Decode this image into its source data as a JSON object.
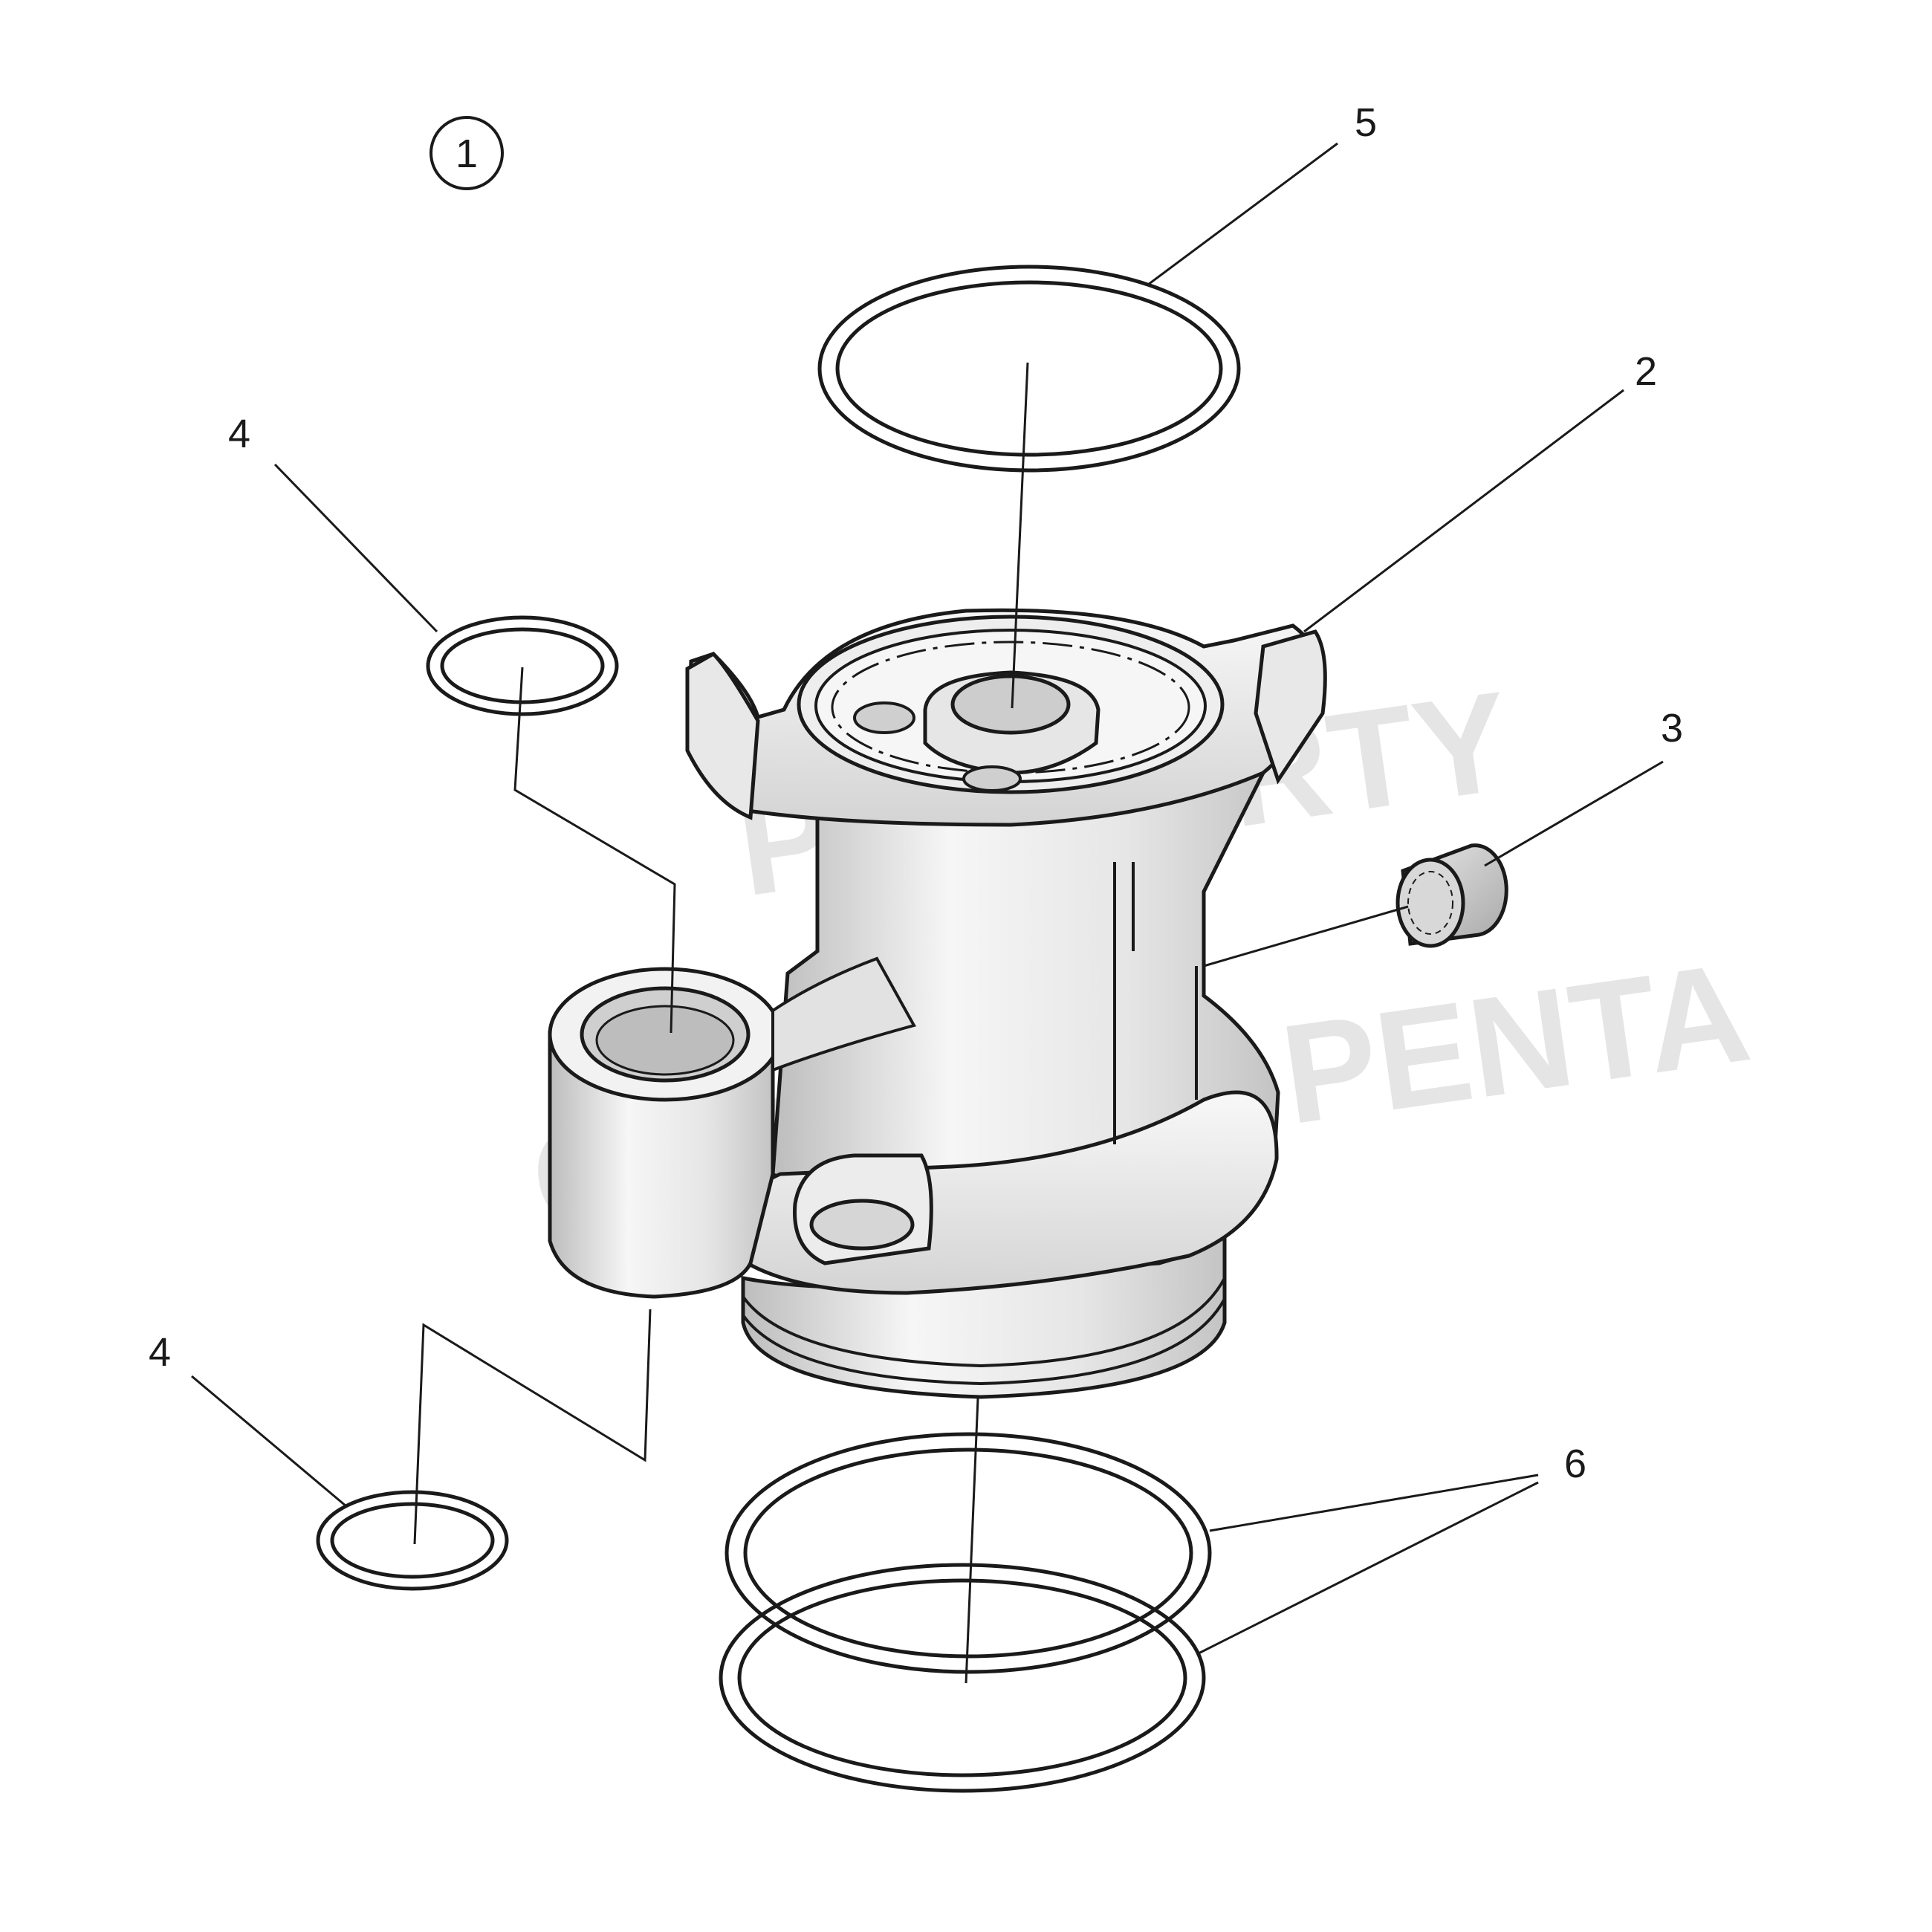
{
  "diagram": {
    "assembly_number": "1",
    "callouts": {
      "c2": "2",
      "c3": "3",
      "c4_upper": "4",
      "c4_lower": "4",
      "c5": "5",
      "c6": "6"
    },
    "watermark": {
      "line1": "PROPERTY",
      "line2": "OF VOLVO PENTA"
    },
    "colors": {
      "line": "#1a1a1a",
      "part_light": "#f4f4f4",
      "part_mid": "#d9d9d9",
      "part_dark": "#b8b8b8",
      "background": "#ffffff"
    }
  }
}
